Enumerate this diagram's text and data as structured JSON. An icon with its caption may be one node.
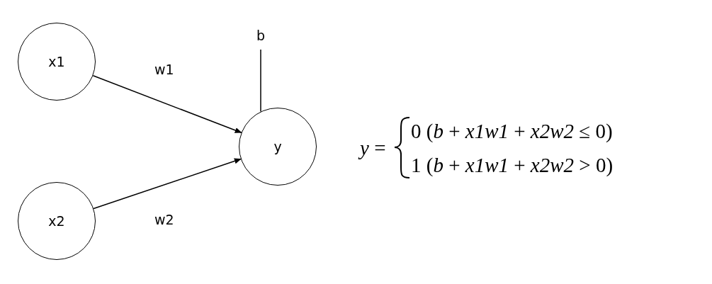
{
  "diagram": {
    "nodes": [
      {
        "text": [
          "x1"
        ]
      },
      {
        "text": [
          "x2"
        ]
      },
      {
        "text": [
          "b"
        ]
      },
      {
        "text": [
          "y"
        ]
      }
    ],
    "edges": [
      {
        "from": 0,
        "to": 3,
        "arrow": "to",
        "label": "w1"
      },
      {
        "from": 1,
        "to": 3,
        "arrow": "to",
        "label": "w2"
      },
      {
        "from": 2,
        "to": 3,
        "arrow": "none"
      }
    ],
    "labels": [
      "*y* =",
      "0 (*b* + *x1w1* + *x2w2* ≤ 0)",
      "1 (*b* + *x1w1* + *x2w2* > 0)"
    ]
  }
}
